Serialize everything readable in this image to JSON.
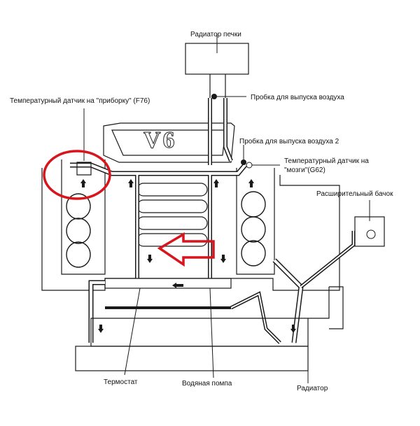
{
  "labels": {
    "heater_radiator": "Радиатор печки",
    "bleed_plug_1": "Пробка для выпуска воздуха",
    "temp_sensor_dash": "Температурный датчик на \"приборку\" (F76)",
    "bleed_plug_2": "Пробка для выпуска воздуха 2",
    "temp_sensor_ecu_line1": "Температурный датчик на",
    "temp_sensor_ecu_line2": "\"мозги\"(G62)",
    "expansion_tank": "Расширительный бачок",
    "thermostat": "Термостат",
    "water_pump": "Водяная помпа",
    "radiator": "Радиатор"
  },
  "engine_badge": "V6",
  "colors": {
    "line": "#1a1a1a",
    "highlight": "#d8141c",
    "background": "#ffffff"
  }
}
